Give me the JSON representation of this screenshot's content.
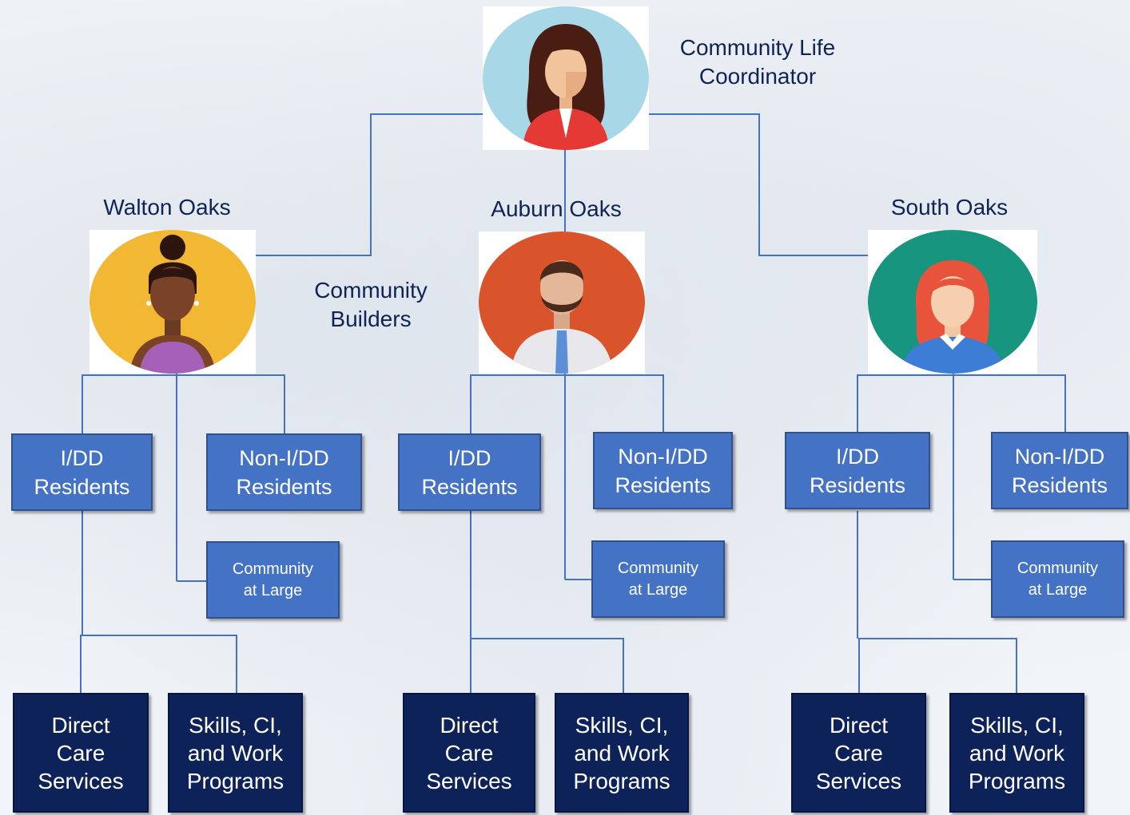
{
  "coordinator": {
    "title": "Community Life\nCoordinator"
  },
  "community_builders": {
    "label": "Community\nBuilders"
  },
  "sites": [
    {
      "name": "Walton Oaks",
      "idd": "I/DD\nResidents",
      "non_idd": "Non-I/DD\nResidents",
      "community": "Community\nat Large",
      "direct_care": "Direct\nCare\nServices",
      "skills": "Skills, CI,\nand Work\nPrograms"
    },
    {
      "name": "Auburn Oaks",
      "idd": "I/DD\nResidents",
      "non_idd": "Non-I/DD\nResidents",
      "community": "Community\nat Large",
      "direct_care": "Direct\nCare\nServices",
      "skills": "Skills, CI,\nand Work\nPrograms"
    },
    {
      "name": "South Oaks",
      "idd": "I/DD\nResidents",
      "non_idd": "Non-I/DD\nResidents",
      "community": "Community\nat Large",
      "direct_care": "Direct\nCare\nServices",
      "skills": "Skills, CI,\nand Work\nPrograms"
    }
  ],
  "colors": {
    "connector": "#4472c4",
    "mid_box": "#4472c4",
    "dark_box": "#0d2259",
    "label_text": "#0f2456"
  },
  "icons": [
    "woman-brown-hair-avatar-icon",
    "woman-bun-avatar-icon",
    "man-beard-avatar-icon",
    "woman-red-hair-avatar-icon"
  ]
}
